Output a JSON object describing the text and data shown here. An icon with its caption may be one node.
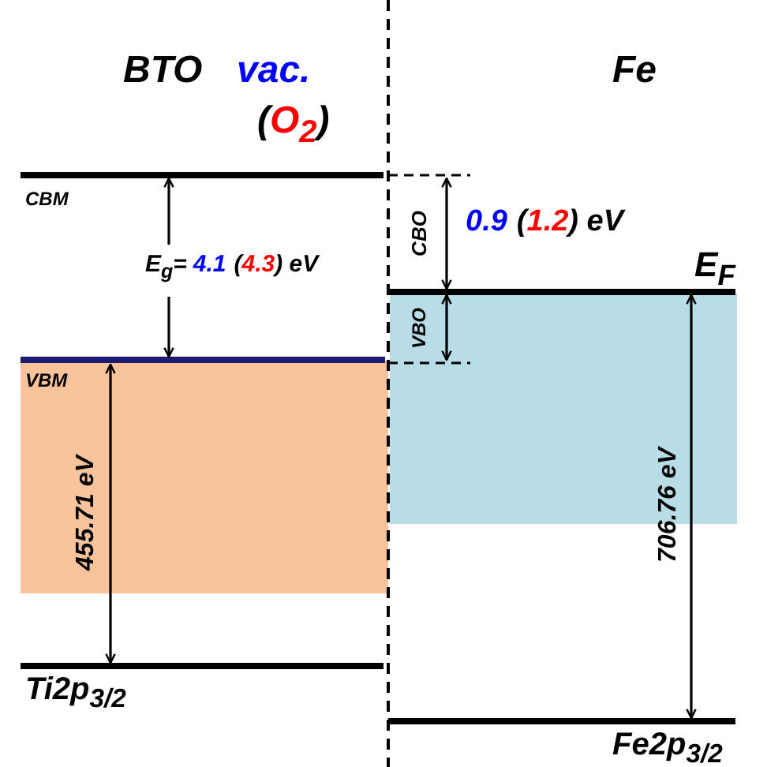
{
  "diagram": {
    "labels": [
      "BTO",
      "vac.",
      "Fe",
      "(",
      "O$_{2}$",
      ")",
      "CBM",
      "CBO",
      "0.9",
      "(",
      "1.2",
      ") eV",
      "E$_{g}$=",
      "4.1",
      "(",
      "4.3",
      ") eV",
      "E$_{F}$",
      "VBO",
      "VBM",
      "455.71 eV",
      "706.76 eV",
      "Ti2p$_{3/2}$",
      "Fe2p$_{3/2}$"
    ]
  }
}
